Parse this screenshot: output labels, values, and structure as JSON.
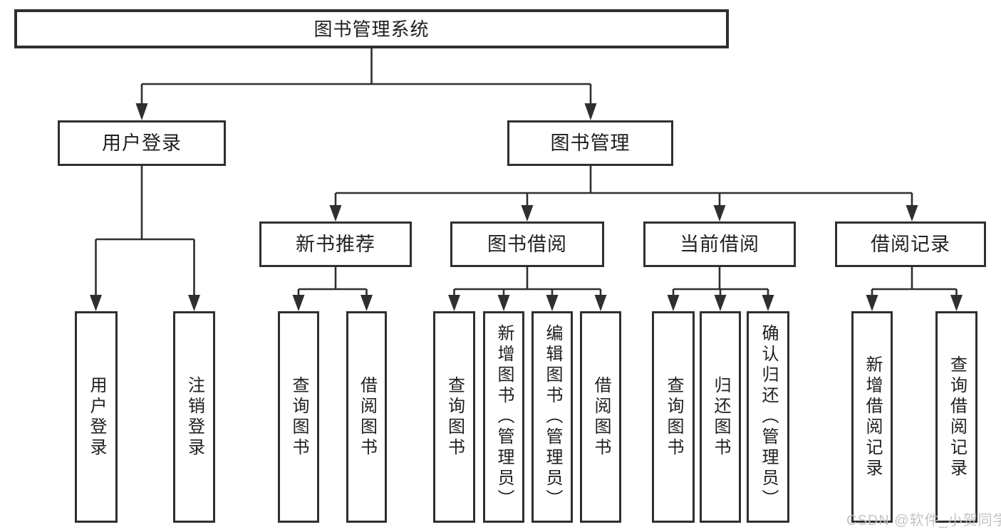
{
  "style": {
    "background": "#ffffff",
    "line_color": "#2f2f2f",
    "text_color": "#1f1f1f",
    "watermark_color": "#c1c1c1"
  },
  "watermark": {
    "text": "CSDN @软件_小贺同学"
  },
  "tree": {
    "root": {
      "label": "图书管理系统"
    },
    "branches": [
      {
        "label": "用户登录",
        "children": [
          {
            "label": "用户登录"
          },
          {
            "label": "注销登录"
          }
        ]
      },
      {
        "label": "图书管理",
        "children": [
          {
            "label": "新书推荐",
            "children": [
              {
                "label": "查询图书"
              },
              {
                "label": "借阅图书"
              }
            ]
          },
          {
            "label": "图书借阅",
            "children": [
              {
                "label": "查询图书"
              },
              {
                "label": "新增图书（管理员）"
              },
              {
                "label": "编辑图书（管理员）"
              },
              {
                "label": "借阅图书"
              }
            ]
          },
          {
            "label": "当前借阅",
            "children": [
              {
                "label": "查询图书"
              },
              {
                "label": "归还图书"
              },
              {
                "label": "确认归还（管理员）"
              }
            ]
          },
          {
            "label": "借阅记录",
            "children": [
              {
                "label": "新增借阅记录"
              },
              {
                "label": "查询借阅记录"
              }
            ]
          }
        ]
      }
    ]
  }
}
